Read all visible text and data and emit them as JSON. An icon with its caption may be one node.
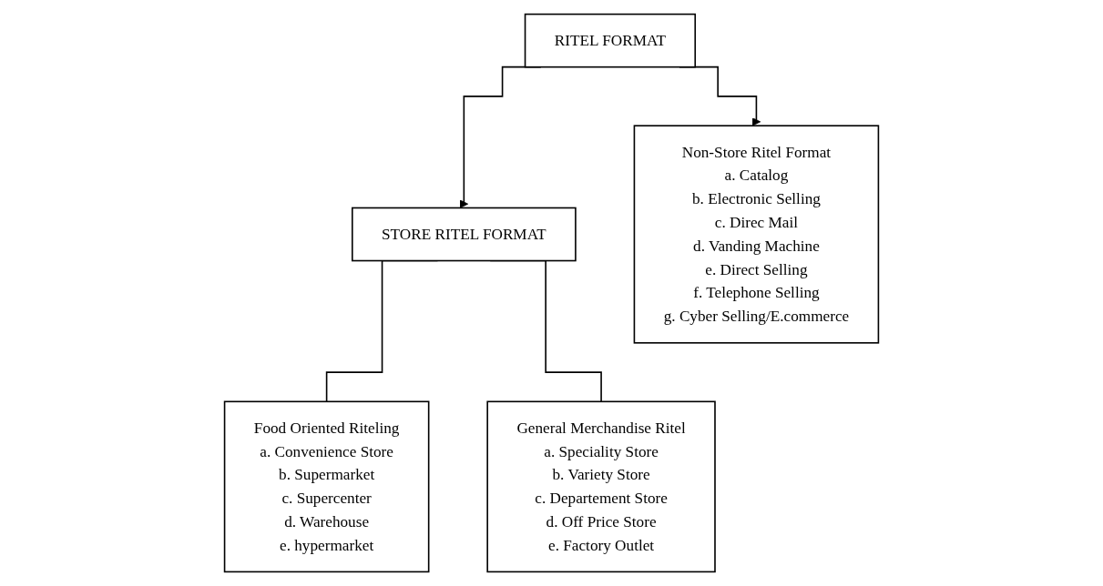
{
  "diagram": {
    "nodes": [
      {
        "text": [
          "RITEL FORMAT"
        ]
      },
      {
        "text": [
          "STORE RITEL FORMAT"
        ]
      },
      {
        "text": [
          "Non-Store Ritel Format",
          "a. Catalog",
          "b. Electronic Selling",
          "c. Direc Mail",
          "d. Vanding Machine",
          "e. Direct Selling",
          "f. Telephone Selling",
          "g. Cyber Selling/E.commerce"
        ]
      },
      {
        "text": [
          "Food Oriented Riteling",
          "a. Convenience Store",
          "b. Supermarket",
          "c. Supercenter",
          "d. Warehouse",
          "e. hypermarket"
        ]
      },
      {
        "text": [
          "General Merchandise Ritel",
          "a. Speciality Store",
          "b. Variety Store",
          "c. Departement Store",
          "d. Off Price Store",
          "e. Factory Outlet"
        ]
      }
    ],
    "edges": [
      {
        "from": 0,
        "to": 2,
        "arrow": "to"
      },
      {
        "from": 0,
        "to": 1,
        "arrow": "to"
      },
      {
        "from": 1,
        "to": 3,
        "arrow": "none"
      },
      {
        "from": 1,
        "to": 4,
        "arrow": "none"
      }
    ]
  }
}
